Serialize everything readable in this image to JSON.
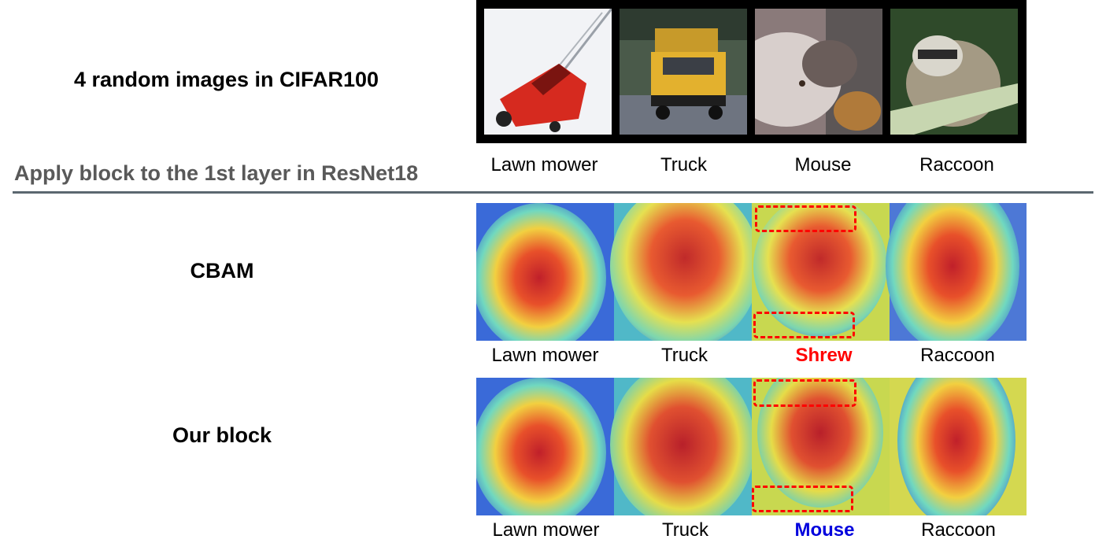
{
  "header": {
    "title": "4 random images in CIFAR100",
    "section_title": "Apply block to the 1st layer in ResNet18"
  },
  "rows": [
    {
      "label": "",
      "captions": [
        "Lawn mower",
        "Truck",
        "Mouse",
        "Raccoon"
      ]
    },
    {
      "label": "CBAM",
      "captions": [
        "Lawn mower",
        "Truck",
        "Shrew",
        "Raccoon"
      ],
      "highlight_index": 2,
      "highlight_color": "#ff0000"
    },
    {
      "label": "Our block",
      "captions": [
        "Lawn mower",
        "Truck",
        "Mouse",
        "Raccoon"
      ],
      "highlight_index": 2,
      "highlight_color": "#0000dd"
    }
  ],
  "colors": {
    "divider": "#5b6770",
    "section_title": "#595959",
    "dashed_box": "#ff0000"
  }
}
